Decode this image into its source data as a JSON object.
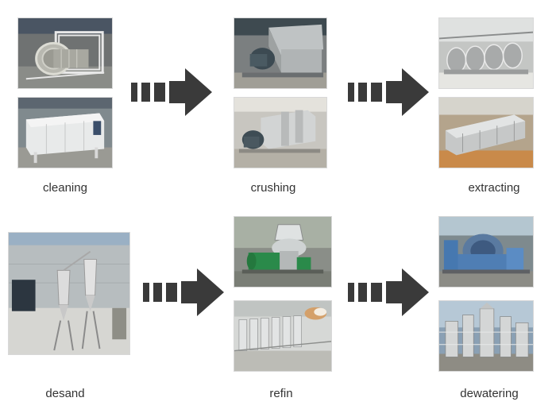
{
  "steps": [
    {
      "label": "cleaning"
    },
    {
      "label": "crushing"
    },
    {
      "label": "extracting"
    },
    {
      "label": "desand"
    },
    {
      "label": "refin"
    },
    {
      "label": "dewatering"
    }
  ],
  "colors": {
    "arrow": "#3a3a3a",
    "label_text": "#333333",
    "background": "#ffffff"
  }
}
